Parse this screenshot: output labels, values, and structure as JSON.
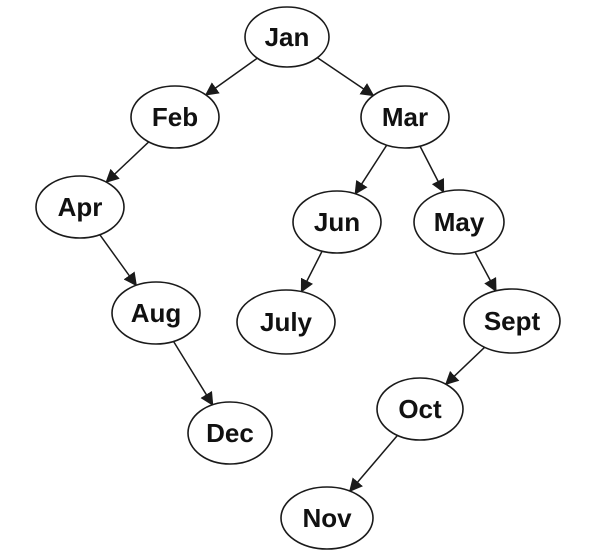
{
  "tree": {
    "nodes": [
      {
        "id": "jan",
        "label": "Jan"
      },
      {
        "id": "feb",
        "label": "Feb"
      },
      {
        "id": "mar",
        "label": "Mar"
      },
      {
        "id": "apr",
        "label": "Apr"
      },
      {
        "id": "jun",
        "label": "Jun"
      },
      {
        "id": "may",
        "label": "May"
      },
      {
        "id": "aug",
        "label": "Aug"
      },
      {
        "id": "july",
        "label": "July"
      },
      {
        "id": "sept",
        "label": "Sept"
      },
      {
        "id": "dec",
        "label": "Dec"
      },
      {
        "id": "oct",
        "label": "Oct"
      },
      {
        "id": "nov",
        "label": "Nov"
      }
    ],
    "edges": [
      {
        "from": "jan",
        "to": "feb"
      },
      {
        "from": "jan",
        "to": "mar"
      },
      {
        "from": "feb",
        "to": "apr"
      },
      {
        "from": "apr",
        "to": "aug"
      },
      {
        "from": "aug",
        "to": "dec"
      },
      {
        "from": "mar",
        "to": "jun"
      },
      {
        "from": "mar",
        "to": "may"
      },
      {
        "from": "jun",
        "to": "july"
      },
      {
        "from": "may",
        "to": "sept"
      },
      {
        "from": "sept",
        "to": "oct"
      },
      {
        "from": "oct",
        "to": "nov"
      }
    ]
  },
  "colors": {
    "stroke": "#1a1a1a",
    "text": "#111111",
    "fill": "#ffffff"
  }
}
